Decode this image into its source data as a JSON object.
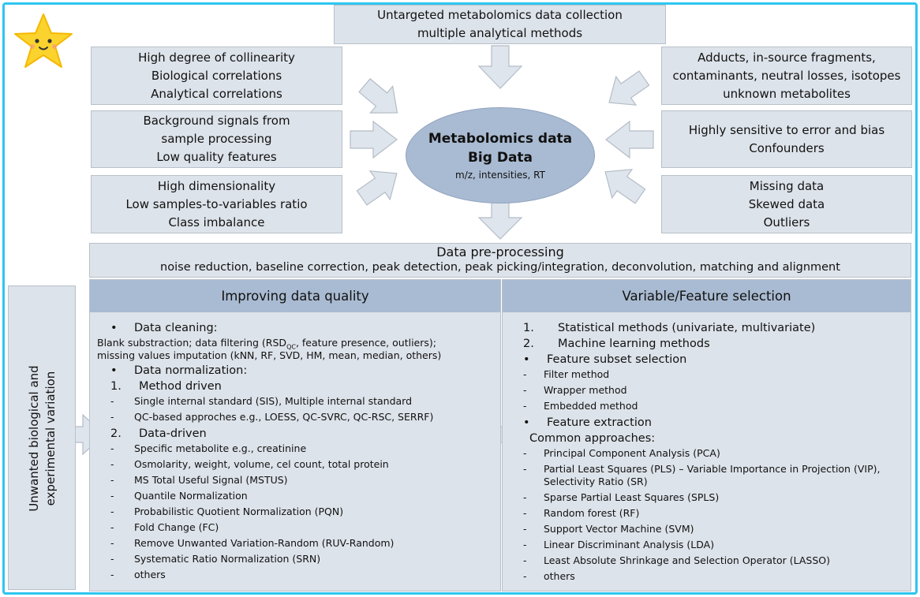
{
  "top_box": [
    "Untargeted metabolomics data collection",
    "multiple analytical methods"
  ],
  "left_boxes": [
    [
      "High degree of collinearity",
      "Biological correlations",
      "Analytical correlations"
    ],
    [
      "Background signals from",
      "sample processing",
      "Low quality features"
    ],
    [
      "High dimensionality",
      "Low samples-to-variables ratio",
      "Class imbalance"
    ]
  ],
  "right_boxes": [
    [
      "Adducts, in-source fragments,",
      "contaminants, neutral losses, isotopes",
      "unknown metabolites"
    ],
    [
      "Highly sensitive to error and bias",
      "Confounders"
    ],
    [
      "Missing data",
      "Skewed data",
      "Outliers"
    ]
  ],
  "center": {
    "line1": "Metabolomics data",
    "line2": "Big Data",
    "line3": "m/z, intensities, RT"
  },
  "preprocessing": {
    "title": "Data pre-processing",
    "subtitle": "noise reduction, baseline correction, peak detection, peak picking/integration, deconvolution, matching and alignment"
  },
  "side_label": [
    "Unwanted biological and",
    "experimental variation"
  ],
  "left_panel": {
    "title": "Improving data quality",
    "items": [
      {
        "kind": "bullet",
        "text": "Data cleaning:"
      },
      {
        "kind": "plain",
        "text": "Blank substraction; data filtering (RSD"
      },
      {
        "kind": "plain2",
        "text": "missing values imputation (kNN, RF, SVD, HM, mean, median, others)"
      },
      {
        "kind": "bullet",
        "text": "Data normalization:"
      },
      {
        "kind": "num",
        "mark": "1.",
        "text": "Method driven"
      },
      {
        "kind": "dash",
        "text": "Single internal standard (SIS), Multiple internal standard"
      },
      {
        "kind": "dash",
        "text": "QC-based approches  e.g., LOESS, QC-SVRC, QC-RSC, SERRF)"
      },
      {
        "kind": "num",
        "mark": "2.",
        "text": "Data-driven"
      },
      {
        "kind": "dash",
        "text": "Specific metabolite e.g., creatinine"
      },
      {
        "kind": "dash",
        "text": "Osmolarity, weight, volume, cel count, total protein"
      },
      {
        "kind": "dash",
        "text": "MS Total Useful Signal (MSTUS)"
      },
      {
        "kind": "dash",
        "text": "Quantile Normalization"
      },
      {
        "kind": "dash",
        "text": "Probabilistic Quotient Normalization (PQN)"
      },
      {
        "kind": "dash",
        "text": "Fold Change (FC)"
      },
      {
        "kind": "dash",
        "text": "Remove Unwanted Variation-Random (RUV-Random)"
      },
      {
        "kind": "dash",
        "text": "Systematic Ratio Normalization (SRN)"
      },
      {
        "kind": "dash",
        "text": "others"
      }
    ],
    "rsd_sub": "QC",
    "rsd_rest": ", feature presence, outliers);"
  },
  "right_panel": {
    "title": "Variable/Feature selection",
    "items": [
      {
        "kind": "num",
        "mark": "1.",
        "text": "Statistical methods (univariate, multivariate)"
      },
      {
        "kind": "num",
        "mark": "2.",
        "text": "Machine learning methods"
      },
      {
        "kind": "bullet",
        "text": "Feature subset selection"
      },
      {
        "kind": "dash",
        "text": "Filter method"
      },
      {
        "kind": "dash",
        "text": "Wrapper method"
      },
      {
        "kind": "dash",
        "text": "Embedded method"
      },
      {
        "kind": "bullet",
        "text": "Feature extraction"
      },
      {
        "kind": "plainbig",
        "text": "Common approaches:"
      },
      {
        "kind": "dash",
        "text": "Principal Component Analysis (PCA)"
      },
      {
        "kind": "dash",
        "text": "Partial Least Squares (PLS) – Variable Importance in Projection (VIP),"
      },
      {
        "kind": "cont",
        "text": "Selectivity Ratio (SR)"
      },
      {
        "kind": "dash",
        "text": "Sparse Partial Least Squares (SPLS)"
      },
      {
        "kind": "dash",
        "text": "Random forest (RF)"
      },
      {
        "kind": "dash",
        "text": "Support Vector Machine (SVM)"
      },
      {
        "kind": "dash",
        "text": "Linear Discriminant Analysis (LDA)"
      },
      {
        "kind": "dash",
        "text": "Least Absolute Shrinkage and Selection Operator (LASSO)"
      },
      {
        "kind": "dash",
        "text": "others"
      }
    ]
  },
  "colors": {
    "box": "#dde3ea",
    "header": "#a9bbd2",
    "arrow": "#dfe5ec",
    "frame": "#2ec6f0",
    "star": "#fbd32e"
  }
}
